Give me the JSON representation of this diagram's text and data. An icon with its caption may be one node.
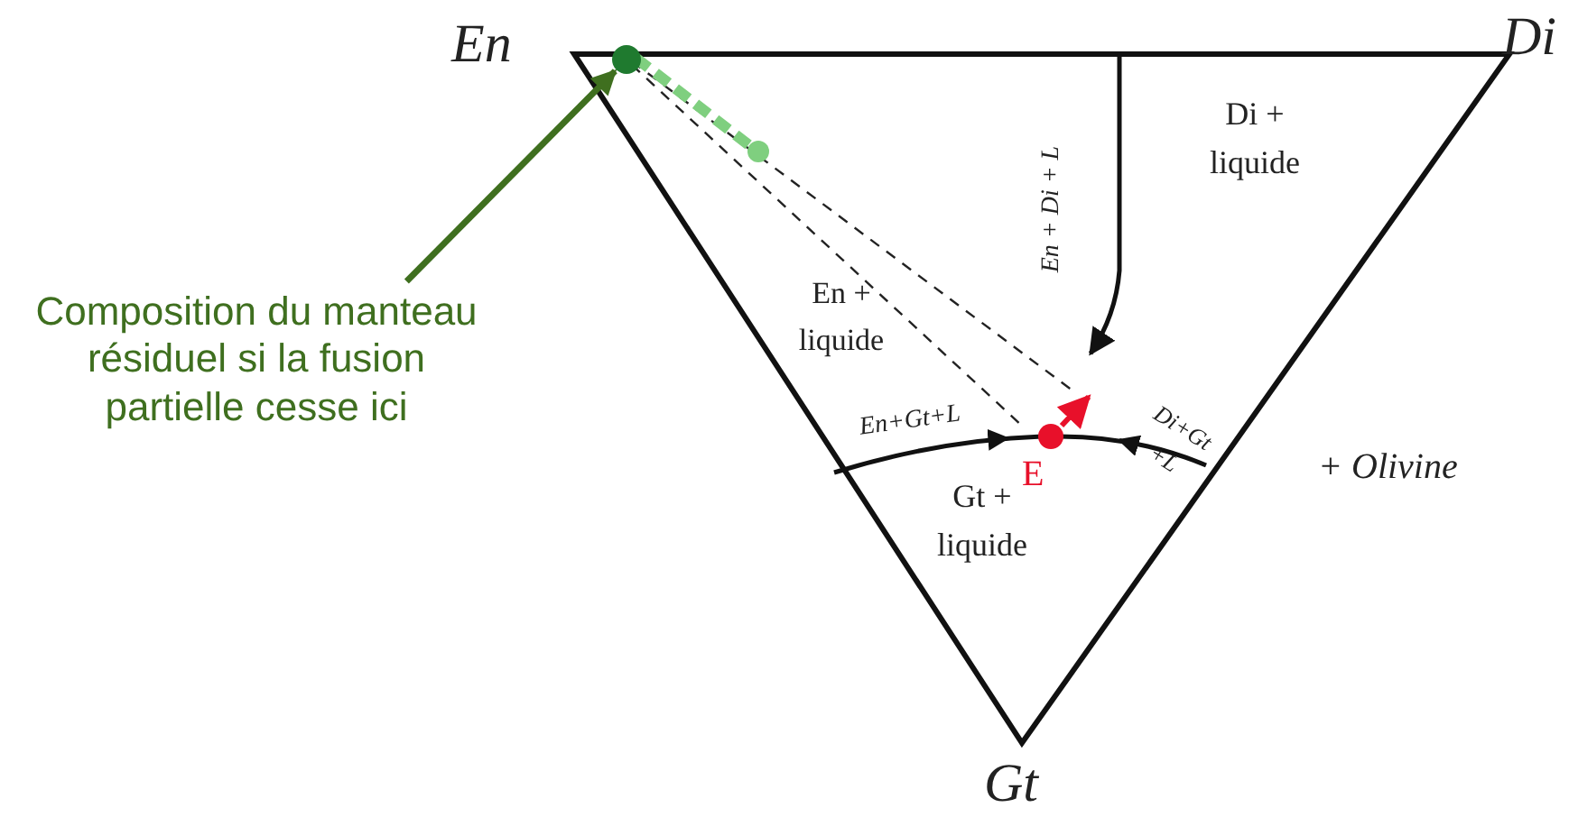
{
  "diagram": {
    "nodes": [
      {
        "text": [
          "Composition du manteau résiduel si la fusion partielle cesse ici"
        ]
      },
      {
        "text": [],
        "shape": "circle"
      }
    ],
    "edges": [
      {
        "from": 0,
        "to": 1,
        "arrow": "to",
        "color": "#3f6f1f"
      }
    ],
    "labels": [
      "En",
      "Di",
      "Di + liquide",
      "En + Di + L",
      "En + liquide",
      "En+Gt+L",
      "Di+Gt +L",
      "E",
      "+ Olivine",
      "Gt + liquide",
      "Gt"
    ]
  }
}
